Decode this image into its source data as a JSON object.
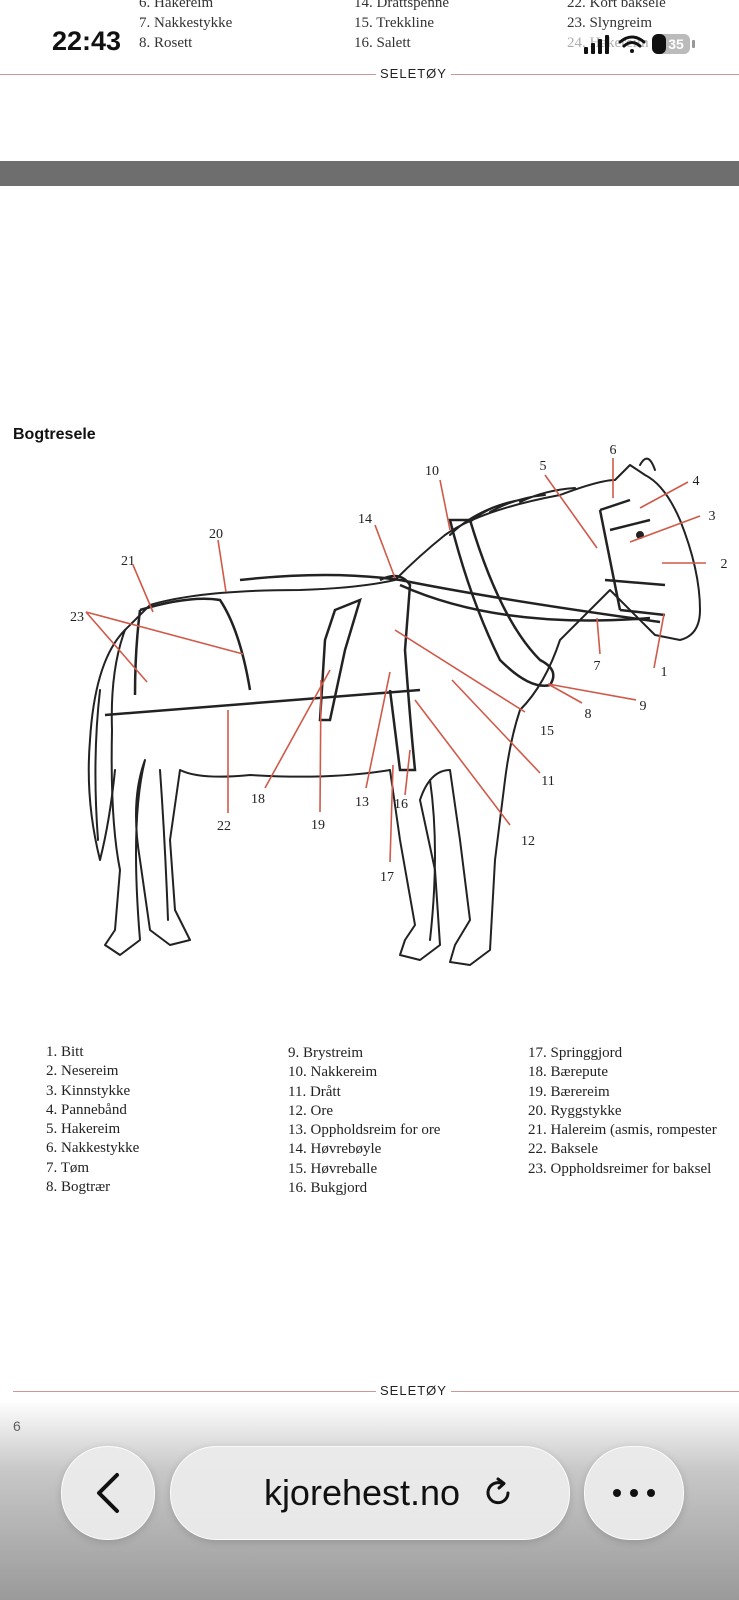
{
  "status_bar": {
    "time": "22:43",
    "battery": "35"
  },
  "previous_page_legend": {
    "col1": [
      "6. Hakereim",
      "7. Nakkestykke",
      "8. Rosett"
    ],
    "col2": [
      "14. Drattspenne",
      "15. Trekkline",
      "16. Salett"
    ],
    "col3": [
      "22. Kort baksele",
      "23. Slyngreim",
      "24. Hakereim"
    ]
  },
  "header_label": "SELETØY",
  "footer_label": "SELETØY",
  "section_title": "Bogtresele",
  "diagram_numbers": [
    "1",
    "2",
    "3",
    "4",
    "5",
    "6",
    "7",
    "8",
    "9",
    "10",
    "11",
    "12",
    "13",
    "14",
    "15",
    "16",
    "17",
    "18",
    "19",
    "20",
    "21",
    "22",
    "23"
  ],
  "legend": {
    "col1": [
      "1. Bitt",
      "2. Nesereim",
      "3. Kinnstykke",
      "4. Pannebånd",
      "5. Hakereim",
      "6. Nakkestykke",
      "7. Tøm",
      "8. Bogtrær"
    ],
    "col2": [
      "9. Brystreim",
      "10. Nakkereim",
      "11. Drått",
      "12. Ore",
      "13. Oppholdsreim for ore",
      "14. Høvrebøyle",
      "15. Høvreballe",
      "16. Bukgjord"
    ],
    "col3": [
      "17. Springgjord",
      "18. Bærepute",
      "19. Bærereim",
      "20. Ryggstykke",
      "21. Halereim (asmis, rompester",
      "22. Baksele",
      "23. Oppholdsreimer for baksel"
    ]
  },
  "page_number": "6",
  "browser": {
    "url": "kjorehest.no"
  },
  "colors": {
    "accent_line": "#d05a4a",
    "rule": "#c99a93",
    "band": "#6e6e6e"
  }
}
